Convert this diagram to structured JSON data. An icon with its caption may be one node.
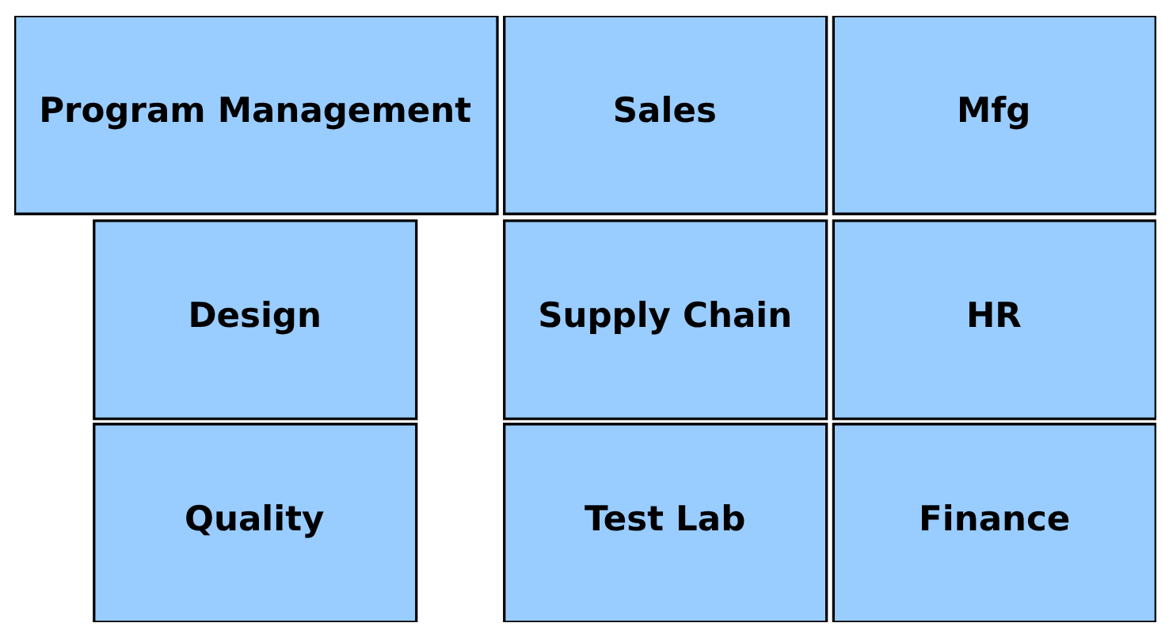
{
  "diagram": {
    "nodes": [
      {
        "text": [
          "Sales"
        ]
      },
      {
        "text": [
          "Mfg"
        ]
      },
      {
        "text": [
          "Design"
        ]
      },
      {
        "text": [
          "Supply Chain"
        ]
      },
      {
        "text": [
          "HR"
        ]
      },
      {
        "text": [
          "Quality"
        ]
      },
      {
        "text": [
          "Program Management"
        ]
      },
      {
        "text": [
          "Test Lab"
        ]
      },
      {
        "text": [
          "Finance"
        ]
      }
    ]
  }
}
